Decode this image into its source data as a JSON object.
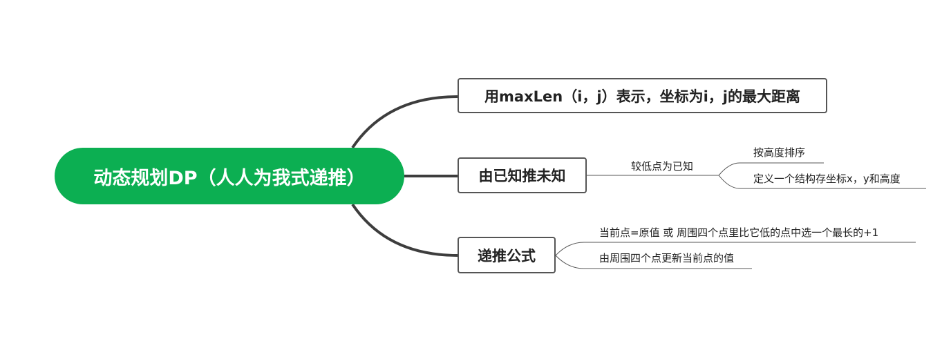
{
  "root": {
    "label": "动态规划DP（人人为我式递推）"
  },
  "branches": [
    {
      "label": "用maxLen（i，j）表示，坐标为i，j的最大距离"
    },
    {
      "label": "由已知推未知"
    },
    {
      "label": "递推公式"
    }
  ],
  "branch1_children": {
    "low_point": "较低点为已知",
    "sub_items": [
      "按高度排序",
      "定义一个结构存坐标x，y和高度"
    ]
  },
  "branch2_children": [
    "当前点=原值 或 周围四个点里比它低的点中选一个最长的+1",
    "由周围四个点更新当前点的值"
  ],
  "colors": {
    "root_fill": "#0caf52",
    "connector": "#3d3d3d",
    "leaf_line": "#555555"
  }
}
